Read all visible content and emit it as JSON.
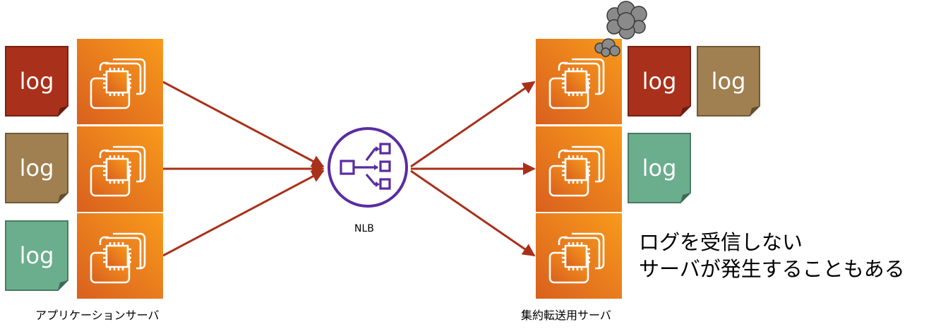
{
  "nlb": {
    "label": "NLB"
  },
  "app_servers": {
    "label": "アプリケーションサーバ",
    "logs": [
      {
        "text": "log",
        "color": "#a9301a"
      },
      {
        "text": "log",
        "color": "#a08050"
      },
      {
        "text": "log",
        "color": "#6aae8e"
      }
    ]
  },
  "aggregation_servers": {
    "label": "集約転送用サーバ",
    "logs_row1": [
      {
        "text": "log",
        "color": "#a9301a"
      },
      {
        "text": "log",
        "color": "#a08050"
      }
    ],
    "logs_row2": [
      {
        "text": "log",
        "color": "#6aae8e"
      }
    ]
  },
  "annotation": {
    "line1": "ログを受信しない",
    "line2": "サーバが発生することもある"
  },
  "colors": {
    "arrow": "#a9301a",
    "nlb": "#5a2ca0",
    "ec2_light": "#f89a1c",
    "ec2_dark": "#d9601e",
    "smoke": "#8a8a8a"
  }
}
